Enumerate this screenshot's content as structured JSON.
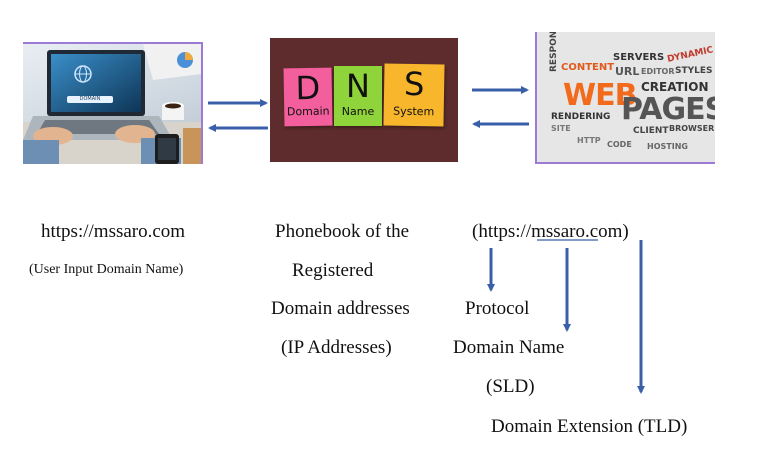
{
  "panels": {
    "user": {
      "screen_label": "DOMAIN"
    },
    "dns": {
      "notes": [
        {
          "letter": "D",
          "label": "Domain",
          "color": "#f25f9c"
        },
        {
          "letter": "N",
          "label": "Name",
          "color": "#8fd43a"
        },
        {
          "letter": "S",
          "label": "System",
          "color": "#f7b62b"
        }
      ]
    },
    "web": {
      "words": [
        "WEB",
        "PAGES",
        "CONTENT",
        "CREATION",
        "RENDERING",
        "CLIENT",
        "BROWSER",
        "SERVERS",
        "URL",
        "DYNAMIC",
        "RESPONSIVE",
        "STYLES",
        "EDITOR",
        "SITE",
        "HTTP",
        "CODE",
        "HOSTING"
      ]
    }
  },
  "labels": {
    "user_url": "https://mssaro.com",
    "user_caption": "(User Input Domain Name)",
    "dns_line1": "Phonebook of the",
    "dns_line2": "Registered",
    "dns_line3": "Domain addresses",
    "dns_line4": "(IP Addresses)",
    "url_prefix": "(https://",
    "url_sld": "mssaro",
    "url_tld": ".com)",
    "protocol": "Protocol",
    "domain_name": "Domain Name",
    "sld": "(SLD)",
    "extension": "Domain Extension (TLD)"
  },
  "colors": {
    "arrow": "#3a5fa8",
    "frame": "#9b7bd6"
  }
}
